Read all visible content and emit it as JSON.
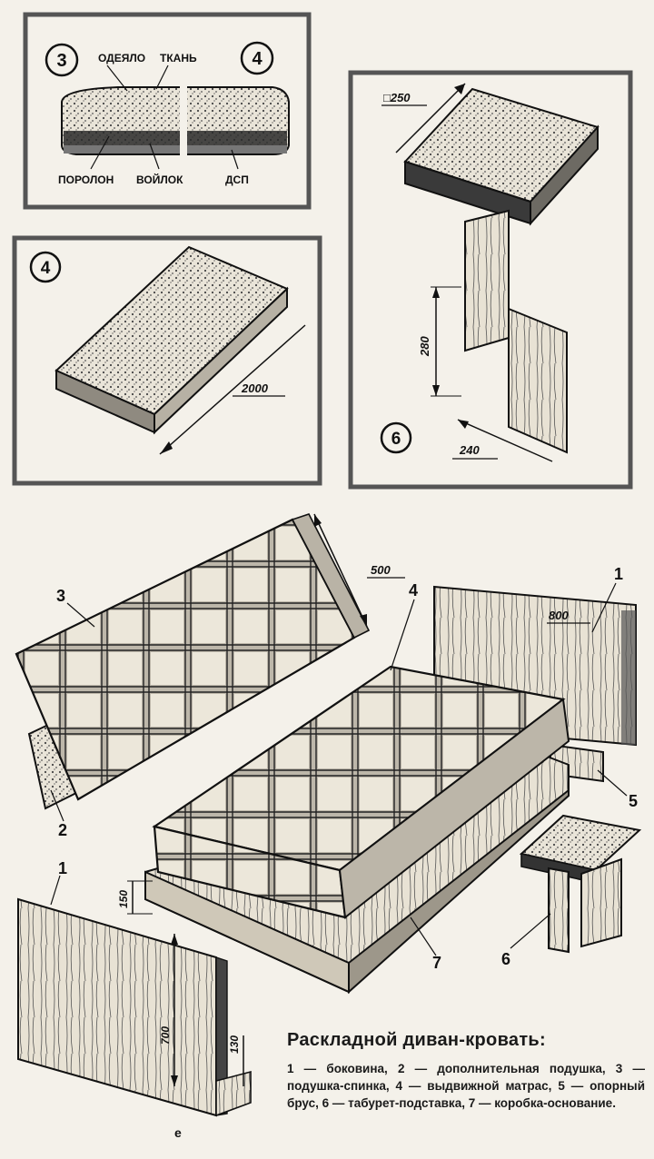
{
  "panel_layers": {
    "marker_left": "3",
    "marker_right": "4",
    "label_top_left": "ОДЕЯЛО",
    "label_top_right": "ТКАНЬ",
    "label_bottom_1": "ПОРОЛОН",
    "label_bottom_2": "ВОЙЛОК",
    "label_bottom_3": "ДСП"
  },
  "panel_mattress": {
    "marker": "4",
    "length": "2000"
  },
  "panel_stool": {
    "marker": "6",
    "top_size": "□250",
    "height": "280",
    "width": "240"
  },
  "assembly": {
    "callouts": [
      "3",
      "4",
      "1",
      "2",
      "5",
      "1",
      "6",
      "7"
    ],
    "dims": {
      "backrest_width": "500",
      "side_width": "800",
      "box_height": "150",
      "side_height": "700",
      "side_foot": "130"
    },
    "corner_mark": "е"
  },
  "caption": {
    "title": "Раскладной диван-кровать:",
    "text": "1 — боковина, 2 — дополнительная подушка, 3 — подушка-спинка, 4 — выдвижной матрас, 5 — опорный брус, 6 — табурет-подставка, 7 — коробка-основание."
  }
}
